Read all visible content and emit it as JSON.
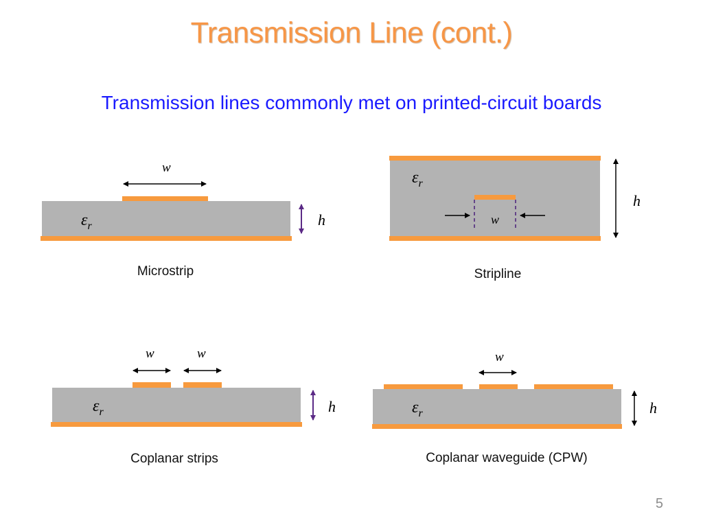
{
  "title": "Transmission Line (cont.)",
  "subtitle": "Transmission lines commonly met on printed-circuit boards",
  "slide_number": "5",
  "symbols": {
    "epsilon": "ε",
    "r": "r",
    "w": "w",
    "h": "h"
  },
  "colors": {
    "substrate": "#b3b3b3",
    "conductor": "#f79a3e",
    "title": "#f79646",
    "subtitle": "#1a1aff",
    "height_arrow_purple": "#5b2a86"
  },
  "captions": {
    "microstrip": "Microstrip",
    "stripline": "Stripline",
    "coplanar_strips": "Coplanar strips",
    "cpw": "Coplanar waveguide (CPW)"
  }
}
